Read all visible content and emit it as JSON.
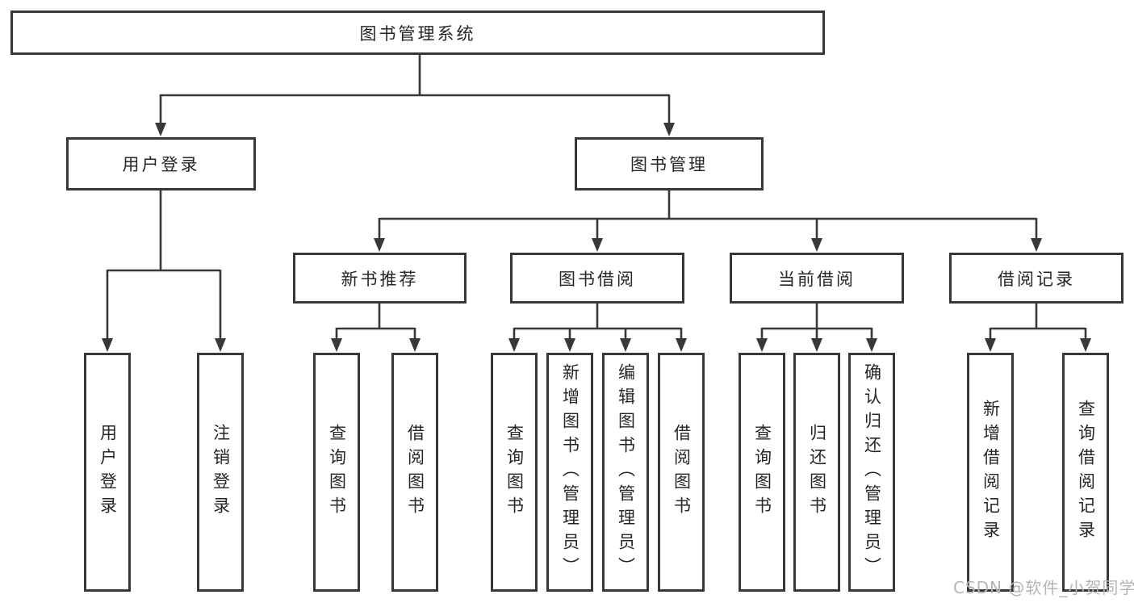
{
  "diagram": {
    "root": {
      "label": "图书管理系统"
    },
    "level2": [
      {
        "id": "user-login",
        "label": "用户登录"
      },
      {
        "id": "book-management",
        "label": "图书管理"
      }
    ],
    "level3": [
      {
        "id": "new-book-recommend",
        "label": "新书推荐"
      },
      {
        "id": "book-borrowing",
        "label": "图书借阅"
      },
      {
        "id": "current-borrowing",
        "label": "当前借阅"
      },
      {
        "id": "borrowing-records",
        "label": "借阅记录"
      }
    ],
    "leaves": {
      "user_login": [
        {
          "label": "用户登录"
        },
        {
          "label": "注销登录"
        }
      ],
      "new_book": [
        {
          "label": "查询图书"
        },
        {
          "label": "借阅图书"
        }
      ],
      "book_borrow": [
        {
          "label": "查询图书"
        },
        {
          "label": "新增图书（管理员）"
        },
        {
          "label": "编辑图书（管理员）"
        },
        {
          "label": "借阅图书"
        }
      ],
      "current_borrow": [
        {
          "label": "查询图书"
        },
        {
          "label": "归还图书"
        },
        {
          "label": "确认归还（管理员）"
        }
      ],
      "borrow_record": [
        {
          "label": "新增借阅记录"
        },
        {
          "label": "查询借阅记录"
        }
      ]
    }
  },
  "watermark": {
    "text": "CSDN @软件_小贺同学"
  },
  "colors": {
    "line": "#383838",
    "text": "#262626",
    "watermark": "#b5b5b5",
    "background": "#ffffff"
  }
}
